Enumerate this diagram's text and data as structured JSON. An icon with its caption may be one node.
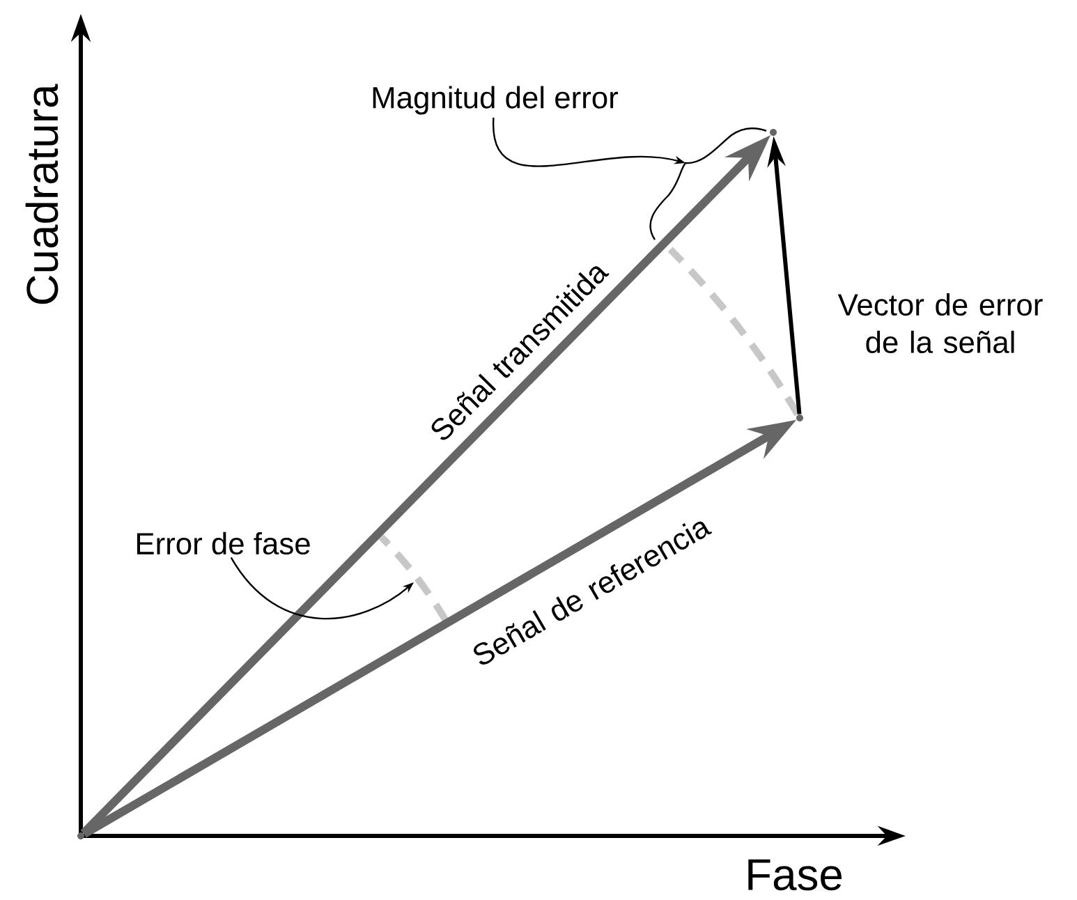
{
  "diagram": {
    "nodes": [
      {
        "text": [],
        "shape": "point"
      },
      {
        "text": [],
        "shape": "point"
      },
      {
        "text": [],
        "shape": "point"
      },
      {
        "text": [
          "Magnitud del error"
        ]
      },
      {
        "text": [
          "Error de fase"
        ]
      }
    ],
    "edges": [
      {
        "from": 0,
        "to": 1,
        "arrow": "to",
        "label": "Señal transmitida",
        "style": "thick",
        "color": "#666666"
      },
      {
        "from": 0,
        "to": 2,
        "arrow": "to",
        "label": "Señal de referencia",
        "style": "thick",
        "color": "#666666"
      },
      {
        "from": 2,
        "to": 1,
        "arrow": "to",
        "label": "Vector de error de la señal"
      },
      {
        "from": 3,
        "to": null,
        "arrow": "to"
      },
      {
        "from": 4,
        "to": null,
        "arrow": "to"
      }
    ],
    "labels": [
      "Cuadratura",
      "Fase"
    ]
  }
}
